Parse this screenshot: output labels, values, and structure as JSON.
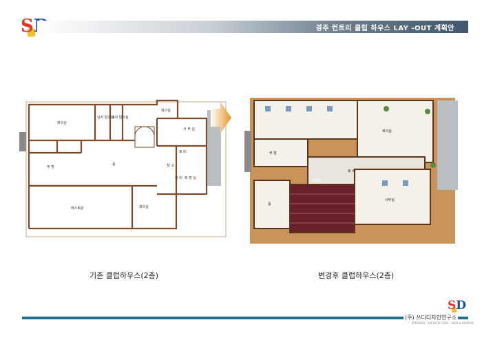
{
  "header": {
    "title": "경주 컨트리 클럽 하우스  LAY -OUT 계획안"
  },
  "logo": {
    "left": "S",
    "right": "D"
  },
  "plans": {
    "existing": {
      "caption": "기존 클럽하우스(2층)",
      "rooms": [
        "회의실",
        "남자 탈의실",
        "여자 탈의실",
        "회의실",
        "사 무 실",
        "로 비",
        "주 방",
        "홀",
        "창 고",
        "로 비",
        "화 장 실",
        "레스토랑",
        "회의실"
      ]
    },
    "modified": {
      "caption": "변경후 클럽하우스(2층)",
      "rooms": [
        "주 방",
        "홀",
        "로 비",
        "연회장",
        "회의실",
        "사무실"
      ]
    }
  },
  "footer": {
    "company": "(주) 쓰디디자인연구소",
    "tagline": "INTERIOR · ARCHITECTURE · SIGN & GRAPHIC"
  }
}
